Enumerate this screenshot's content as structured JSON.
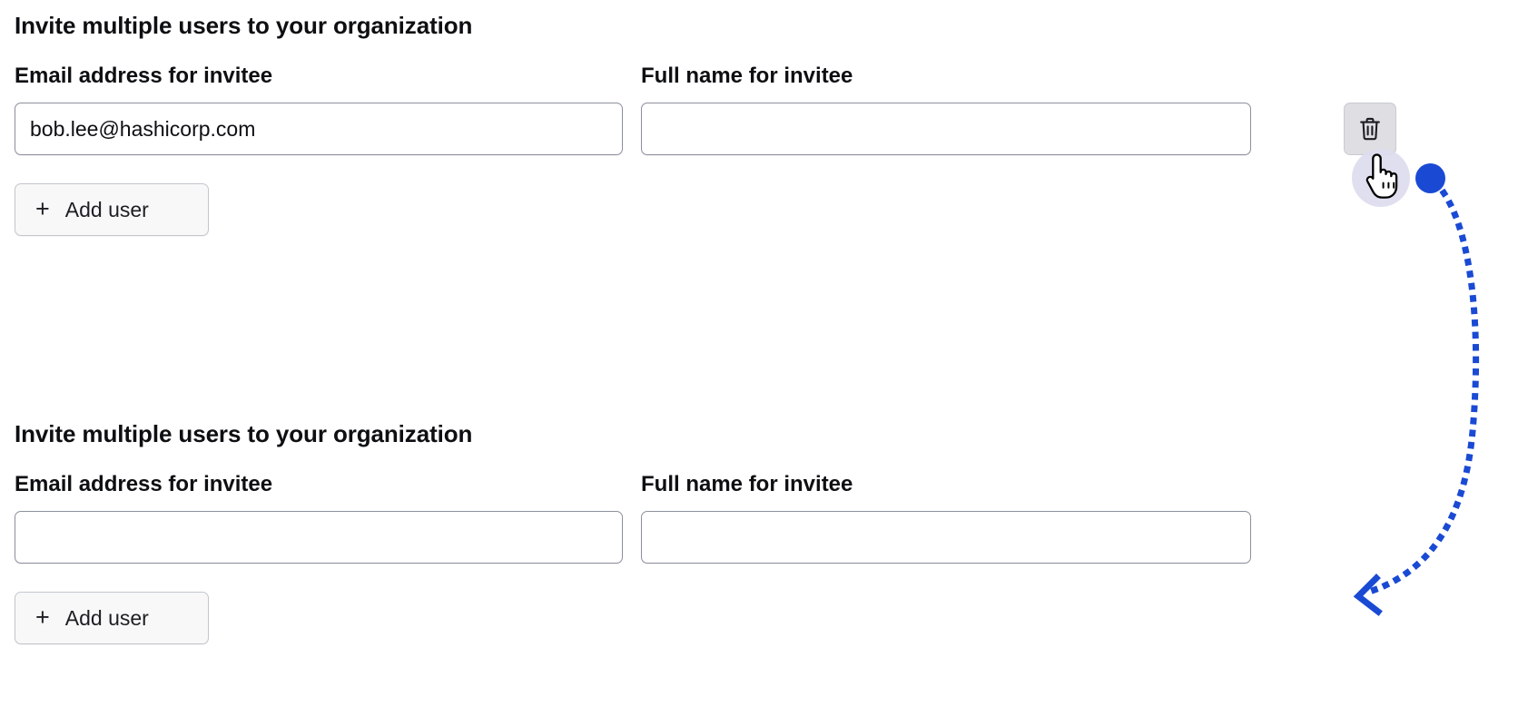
{
  "page": {
    "background": "#ffffff",
    "accent_blue": "#1a4ad4",
    "border_color": "#8c909c",
    "cursor_halo_color": "#dcdcee"
  },
  "blocks": [
    {
      "title": "Invite multiple users to your organization",
      "email_field": {
        "label": "Email address for invitee",
        "value": "bob.lee@hashicorp.com",
        "placeholder": ""
      },
      "name_field": {
        "label": "Full name for invitee",
        "value": "",
        "placeholder": ""
      },
      "delete_button": {
        "icon": "trash-icon",
        "label": "Delete invitee row",
        "present": true
      },
      "add_user_button": {
        "icon": "plus-icon",
        "plus": "+",
        "label": "Add user"
      }
    },
    {
      "title": "Invite multiple users to your organization",
      "email_field": {
        "label": "Email address for invitee",
        "value": "",
        "placeholder": ""
      },
      "name_field": {
        "label": "Full name for invitee",
        "value": "",
        "placeholder": ""
      },
      "delete_button": {
        "icon": "trash-icon",
        "label": "Delete invitee row",
        "present": false
      },
      "add_user_button": {
        "icon": "plus-icon",
        "plus": "+",
        "label": "Add user"
      }
    }
  ],
  "annotation": {
    "cursor": "pointing-hand-cursor",
    "click_marker": "blue-click-dot",
    "arrow": "dotted-curved-arrow",
    "arrow_color": "#1a4ad4",
    "description": "Click on trash icon results in the row below"
  }
}
